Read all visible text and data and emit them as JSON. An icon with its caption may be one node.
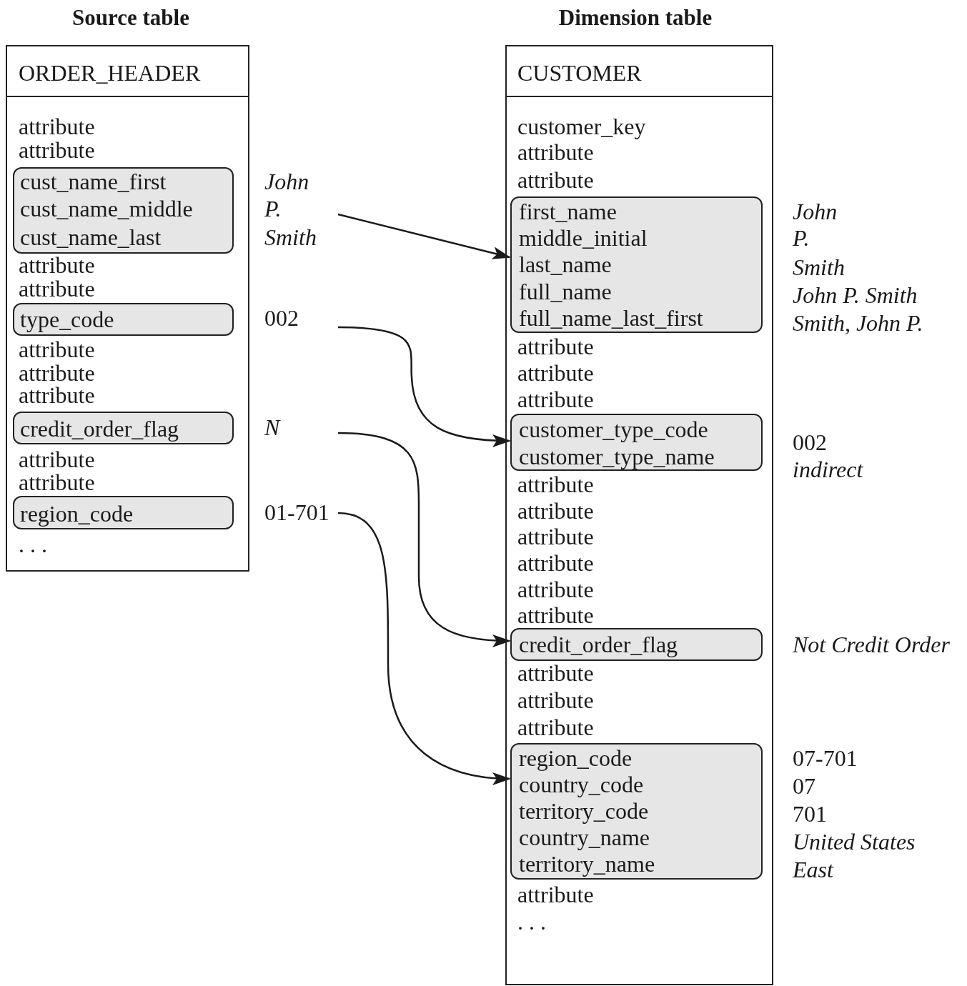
{
  "diagram": {
    "nodes": [
      {
        "text": [
          "Source table",
          "ORDER_HEADER",
          "attribute",
          "attribute",
          "attribute",
          "attribute",
          "attribute",
          "attribute",
          "attribute",
          "attribute",
          "attribute",
          ". . ."
        ]
      },
      {
        "text": [
          "cust_name_first",
          "cust_name_middle",
          "cust_name_last"
        ],
        "in": 0
      },
      {
        "text": [
          "type_code"
        ],
        "in": 0
      },
      {
        "text": [
          "credit_order_flag"
        ],
        "in": 0
      },
      {
        "text": [
          "region_code"
        ],
        "in": 0
      },
      {
        "text": [
          "*John*",
          "*P.*",
          "*Smith*"
        ]
      },
      {
        "text": [
          "002"
        ]
      },
      {
        "text": [
          "*N*"
        ]
      },
      {
        "text": [
          "01-701"
        ]
      },
      {
        "text": [
          "Dimension table",
          "CUSTOMER",
          "customer_key",
          "attribute",
          "attribute",
          "attribute",
          "attribute",
          "attribute",
          "attribute",
          "attribute",
          "attribute",
          "attribute",
          "attribute",
          "attribute",
          "attribute",
          "attribute",
          "attribute",
          "attribute",
          ". . ."
        ]
      },
      {
        "text": [
          "first_name",
          "middle_initial",
          "last_name",
          "full_name",
          "full_name_last_first"
        ],
        "in": 9,
        "beside": [
          "*John*",
          "*P.*",
          "*Smith*",
          "*John P. Smith*",
          "*Smith, John P.*"
        ]
      },
      {
        "text": [
          "customer_type_code",
          "customer_type_name"
        ],
        "in": 9,
        "beside": [
          "002",
          "*indirect*"
        ]
      },
      {
        "text": [
          "credit_order_flag"
        ],
        "in": 9,
        "beside": [
          "*Not Credit Order*"
        ]
      },
      {
        "text": [
          "region_code",
          "country_code",
          "territory_code",
          "country_name",
          "territory_name"
        ],
        "in": 9,
        "beside": [
          "07-701",
          "07",
          "701",
          "*United States*",
          "*East*"
        ]
      }
    ],
    "edges": [
      {
        "from": 5,
        "to": 10,
        "arrow": "to"
      },
      {
        "from": 6,
        "to": 11,
        "arrow": "to"
      },
      {
        "from": 7,
        "to": 12,
        "arrow": "to"
      },
      {
        "from": 8,
        "to": 13,
        "arrow": "to"
      }
    ]
  }
}
